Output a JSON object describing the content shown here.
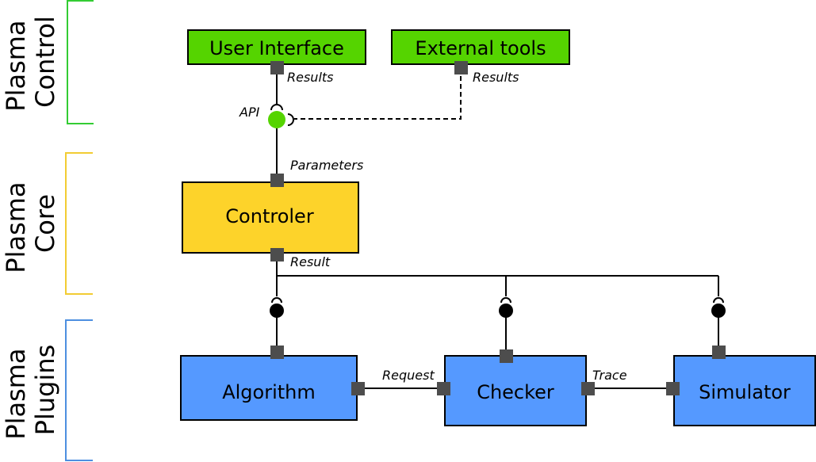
{
  "layers": {
    "control": {
      "line1": "Plasma",
      "line2": "Control",
      "color": "#33cc33"
    },
    "core": {
      "line1": "Plasma",
      "line2": "Core",
      "color": "#f2cc33"
    },
    "plugins": {
      "line1": "Plasma",
      "line2": "Plugins",
      "color": "#4d8fe0"
    }
  },
  "components": {
    "user_interface": {
      "label": "User Interface",
      "color": "#55d400"
    },
    "external_tools": {
      "label": "External tools",
      "color": "#55d400"
    },
    "controler": {
      "label": "Controler",
      "color": "#fdd32a"
    },
    "algorithm": {
      "label": "Algorithm",
      "color": "#5599ff"
    },
    "checker": {
      "label": "Checker",
      "color": "#5599ff"
    },
    "simulator": {
      "label": "Simulator",
      "color": "#5599ff"
    }
  },
  "ports": {
    "ui_results": "Results",
    "ext_results": "Results",
    "api": "API",
    "parameters": "Parameters",
    "result": "Result",
    "request": "Request",
    "trace": "Trace"
  },
  "colors": {
    "port": "#4d4d4d",
    "api_interface": "#55d400",
    "plugin_interface": "#000000"
  }
}
